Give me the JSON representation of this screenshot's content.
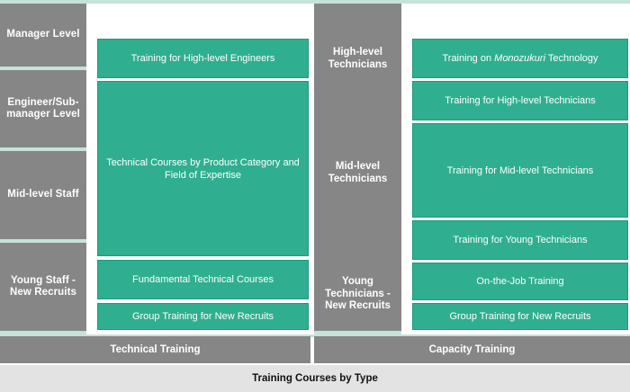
{
  "caption": "Training Courses by Type",
  "colors": {
    "teal": "#2faf8f",
    "teal_border": "#1d9a7c",
    "gray": "#868686",
    "mint": "#c5e3d7",
    "caption_bg": "#e3e3e3",
    "text_on_fill": "#ffffff"
  },
  "columns": [
    {
      "key": "technical",
      "footer_label": "Technical Training",
      "levels": [
        {
          "label": "Manager Level"
        },
        {
          "label": "Engineer/Sub-manager Level"
        },
        {
          "label": "Mid-level Staff"
        },
        {
          "label": "Young Staff - New Recruits"
        }
      ],
      "courses": [
        {
          "label": "Training for High-level Engineers",
          "italic_part": ""
        },
        {
          "label": "Technical Courses by Product Category and Field of Expertise",
          "italic_part": ""
        },
        {
          "label": "Fundamental Technical Courses",
          "italic_part": ""
        },
        {
          "label": "Group Training for New Recruits",
          "italic_part": ""
        }
      ]
    },
    {
      "key": "capacity",
      "footer_label": "Capacity Training",
      "levels": [
        {
          "label": "High-level Technicians"
        },
        {
          "label": "Mid-level Technicians"
        },
        {
          "label": "Young Technicians - New Recruits"
        }
      ],
      "courses": [
        {
          "label_before": "Training on ",
          "italic_part": "Monozukuri",
          "label_after": " Technology"
        },
        {
          "label": "Training for High-level Technicians",
          "italic_part": ""
        },
        {
          "label": "Training for Mid-level Technicians",
          "italic_part": ""
        },
        {
          "label": "Training for Young Technicians",
          "italic_part": ""
        },
        {
          "label": "On-the-Job Training",
          "italic_part": ""
        },
        {
          "label": "Group Training for New Recruits",
          "italic_part": ""
        }
      ]
    }
  ]
}
